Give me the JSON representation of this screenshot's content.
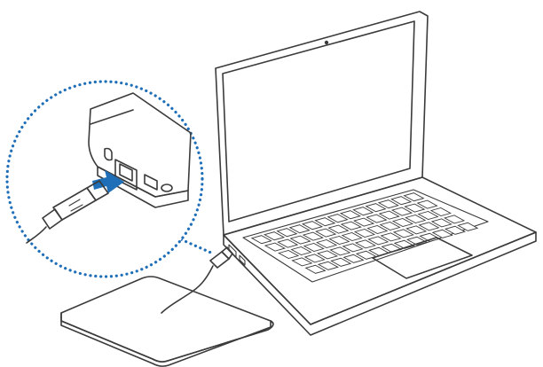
{
  "diagram": {
    "kind": "usb-connection-illustration",
    "items": [
      {
        "id": "laptop",
        "icon": "laptop-icon"
      },
      {
        "id": "usb-port",
        "icon": "usb-port-icon"
      },
      {
        "id": "usb-plug",
        "icon": "usb-plug-icon"
      },
      {
        "id": "external-drive",
        "icon": "external-optical-drive-icon"
      },
      {
        "id": "insert-arrow",
        "icon": "arrow-right-icon"
      }
    ],
    "colors": {
      "line": "#3b3b3b",
      "callout_dots": "#1f6fb8",
      "insert_arrow": "#1f6fb8",
      "screen": "#ffffff",
      "device_fill": "#e6e6e6",
      "key_fill": "#ffffff"
    }
  }
}
